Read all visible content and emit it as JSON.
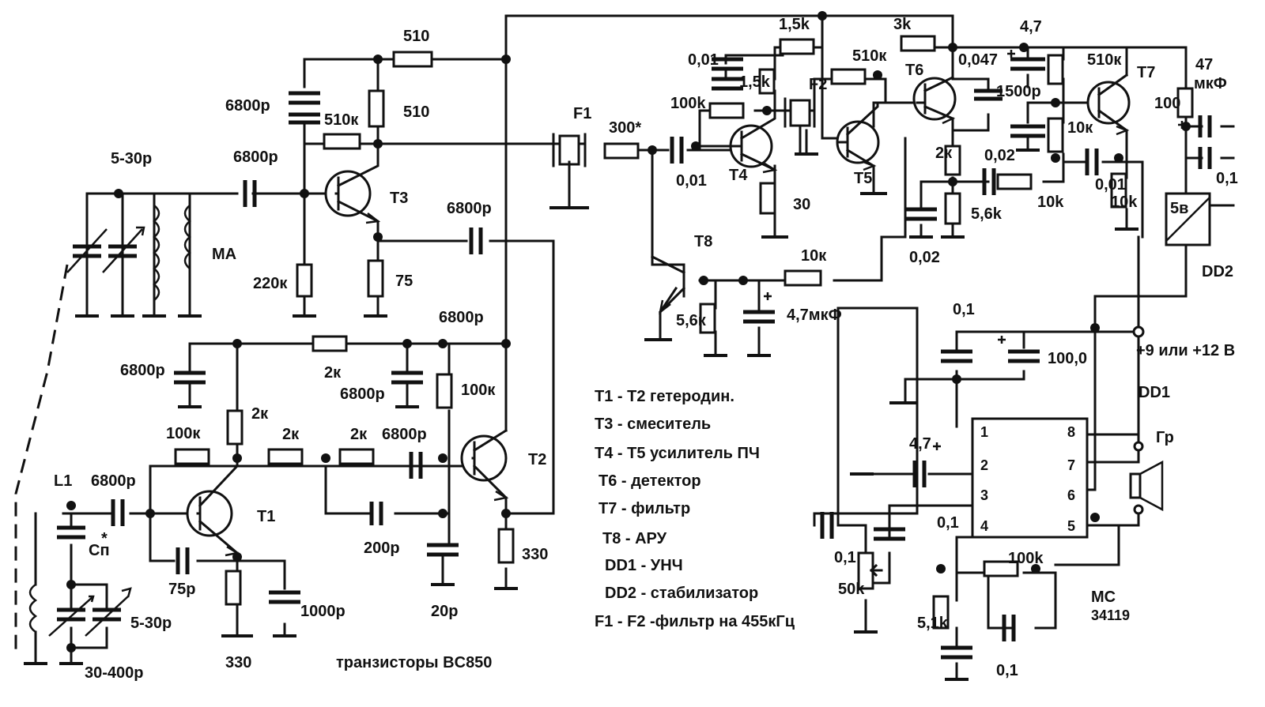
{
  "resistors": {
    "r510_top": "510",
    "r510_mid": "510",
    "r510k_t3": "510к",
    "r220k": "220к",
    "r75": "75",
    "r2k_top": "2к",
    "r2k_t1": "2к",
    "r100k_t2": "100к",
    "r100k_t1": "100к",
    "r2k_a": "2к",
    "r2k_b": "2к",
    "r330_t1": "330",
    "r330_t2": "330",
    "r300": "300*",
    "r1_5k_top": "1,5k",
    "r1_5k_f2": "1,5k",
    "r100k_t4": "100k",
    "r30": "30",
    "r3k": "3k",
    "r510k_t6": "510к",
    "r2k_t6": "2к",
    "r5_6k": "5,6k",
    "r510k_t7": "510к",
    "r10k_t7": "10к",
    "r10k_mid": "10k",
    "r10k_out": "10k",
    "r100_dd2": "100",
    "r10k_t8": "10к",
    "r5_6k_t8": "5,6к",
    "r100k_dd1": "100k",
    "r5_1k": "5,1k",
    "pot50k": "50k"
  },
  "capacitors": {
    "c6800_t3": "6800р",
    "c6800_t3in": "6800р",
    "c6800_t3out": "6800р",
    "c6800_mid": "6800р",
    "c6800_left": "6800р",
    "c6800_under2k": "6800р",
    "c6800_t2": "6800р",
    "c6800_l1": "6800р",
    "c200": "200р",
    "c20": "20р",
    "c75": "75р",
    "c1000": "1000р",
    "c5_30_top": "5-30р",
    "c5_30_bot": "5-30р",
    "c30_400": "30-400р",
    "csp": "Сп",
    "c0_01_a": "0,01",
    "c0_01_b": "0,01",
    "c0_047": "0,047",
    "c1500": "1500р",
    "c4_7_top": "4,7",
    "c0_02_a": "0,02",
    "c0_02_b": "0,02",
    "c0_01_c": "0,01",
    "c47": "47",
    "c47_unit": "мкФ",
    "c0_1_dd2": "0,1",
    "c4_7mkf": "4,7мкФ",
    "c0_1_dd1": "0,1",
    "c100_0": "100,0",
    "c4_7_dd1": "4,7",
    "c0_1_in": "0,1",
    "c0_1_pot": "0,1",
    "c0_1_bot": "0,1"
  },
  "parts": {
    "ma": "МА",
    "l1": "L1",
    "f1": "F1",
    "f2": "F2",
    "t1": "T1",
    "t2": "T2",
    "t3": "T3",
    "t4": "T4",
    "t5": "T5",
    "t6": "T6",
    "t7": "T7",
    "t8": "T8",
    "dd1": "DD1",
    "dd2": "DD2",
    "dd2_box": "5в",
    "speaker": "Гр",
    "mc": "МС",
    "mc_num": "34119",
    "supply": "+9 или  +12 В",
    "transistors": "транзисторы BC850",
    "star": "*"
  },
  "pins": [
    "1",
    "2",
    "3",
    "4",
    "8",
    "7",
    "6",
    "5"
  ],
  "legend": [
    "T1 - T2 гетеродин.",
    "T3 - смеситель",
    "T4 - T5 усилитель ПЧ",
    "T6 - детектор",
    "T7 - фильтр",
    "T8 - АРУ",
    "DD1 - УНЧ",
    "DD2 - стабилизатор",
    "F1 - F2 -фильтр на 455кГц"
  ]
}
